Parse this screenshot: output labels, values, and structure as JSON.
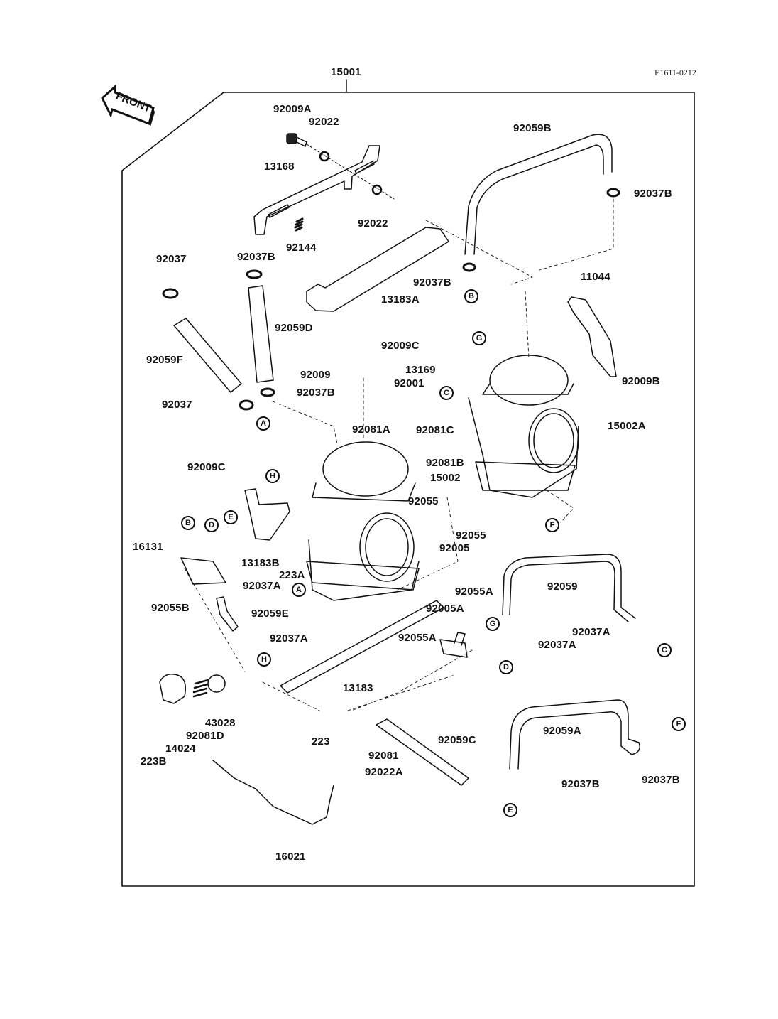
{
  "diagram": {
    "title": "Carburetor Assembly Parts Diagram",
    "reference_code": "E1611-0212",
    "front_arrow_label": "FRONT",
    "assembly_label": "15001",
    "stroke_color": "#111111",
    "background_color": "#ffffff"
  },
  "part_labels": [
    {
      "id": "p-92009A",
      "text": "92009A"
    },
    {
      "id": "p-92022a",
      "text": "92022"
    },
    {
      "id": "p-13168",
      "text": "13168"
    },
    {
      "id": "p-92022b",
      "text": "92022"
    },
    {
      "id": "p-92144",
      "text": "92144"
    },
    {
      "id": "p-92037a",
      "text": "92037"
    },
    {
      "id": "p-92037B-1",
      "text": "92037B"
    },
    {
      "id": "p-92059B",
      "text": "92059B"
    },
    {
      "id": "p-92037B-2",
      "text": "92037B"
    },
    {
      "id": "p-92037B-3",
      "text": "92037B"
    },
    {
      "id": "p-13183A",
      "text": "13183A"
    },
    {
      "id": "p-11044",
      "text": "11044"
    },
    {
      "id": "p-92059D",
      "text": "92059D"
    },
    {
      "id": "p-92059F",
      "text": "92059F"
    },
    {
      "id": "p-92009",
      "text": "92009"
    },
    {
      "id": "p-92009C-1",
      "text": "92009C"
    },
    {
      "id": "p-13169",
      "text": "13169"
    },
    {
      "id": "p-92009B",
      "text": "92009B"
    },
    {
      "id": "p-92001",
      "text": "92001"
    },
    {
      "id": "p-92037b",
      "text": "92037"
    },
    {
      "id": "p-92037B-4",
      "text": "92037B"
    },
    {
      "id": "p-92081A",
      "text": "92081A"
    },
    {
      "id": "p-92081C",
      "text": "92081C"
    },
    {
      "id": "p-15002A",
      "text": "15002A"
    },
    {
      "id": "p-92009C-2",
      "text": "92009C"
    },
    {
      "id": "p-92081B",
      "text": "92081B"
    },
    {
      "id": "p-15002",
      "text": "15002"
    },
    {
      "id": "p-92055a",
      "text": "92055"
    },
    {
      "id": "p-92055b",
      "text": "92055"
    },
    {
      "id": "p-92005",
      "text": "92005"
    },
    {
      "id": "p-16131",
      "text": "16131"
    },
    {
      "id": "p-13183B",
      "text": "13183B"
    },
    {
      "id": "p-223A",
      "text": "223A"
    },
    {
      "id": "p-92037A-1",
      "text": "92037A"
    },
    {
      "id": "p-92055B",
      "text": "92055B"
    },
    {
      "id": "p-92059E",
      "text": "92059E"
    },
    {
      "id": "p-92059",
      "text": "92059"
    },
    {
      "id": "p-92055A-1",
      "text": "92055A"
    },
    {
      "id": "p-92005A",
      "text": "92005A"
    },
    {
      "id": "p-92055A-2",
      "text": "92055A"
    },
    {
      "id": "p-92037A-2",
      "text": "92037A"
    },
    {
      "id": "p-92037A-3",
      "text": "92037A"
    },
    {
      "id": "p-92037A-4",
      "text": "92037A"
    },
    {
      "id": "p-13183",
      "text": "13183"
    },
    {
      "id": "p-43028",
      "text": "43028"
    },
    {
      "id": "p-92081D",
      "text": "92081D"
    },
    {
      "id": "p-14024",
      "text": "14024"
    },
    {
      "id": "p-223B",
      "text": "223B"
    },
    {
      "id": "p-223",
      "text": "223"
    },
    {
      "id": "p-92059C",
      "text": "92059C"
    },
    {
      "id": "p-92081",
      "text": "92081"
    },
    {
      "id": "p-92022A",
      "text": "92022A"
    },
    {
      "id": "p-92059A",
      "text": "92059A"
    },
    {
      "id": "p-92037B-5",
      "text": "92037B"
    },
    {
      "id": "p-92037B-6",
      "text": "92037B"
    },
    {
      "id": "p-16021",
      "text": "16021"
    }
  ],
  "connection_markers": [
    {
      "id": "m-B1",
      "letter": "B"
    },
    {
      "id": "m-G1",
      "letter": "G"
    },
    {
      "id": "m-C1",
      "letter": "C"
    },
    {
      "id": "m-A1",
      "letter": "A"
    },
    {
      "id": "m-H1",
      "letter": "H"
    },
    {
      "id": "m-B2",
      "letter": "B"
    },
    {
      "id": "m-D1",
      "letter": "D"
    },
    {
      "id": "m-E1",
      "letter": "E"
    },
    {
      "id": "m-A2",
      "letter": "A"
    },
    {
      "id": "m-F1",
      "letter": "F"
    },
    {
      "id": "m-G2",
      "letter": "G"
    },
    {
      "id": "m-D2",
      "letter": "D"
    },
    {
      "id": "m-C2",
      "letter": "C"
    },
    {
      "id": "m-H2",
      "letter": "H"
    },
    {
      "id": "m-F2",
      "letter": "F"
    },
    {
      "id": "m-E2",
      "letter": "E"
    }
  ]
}
